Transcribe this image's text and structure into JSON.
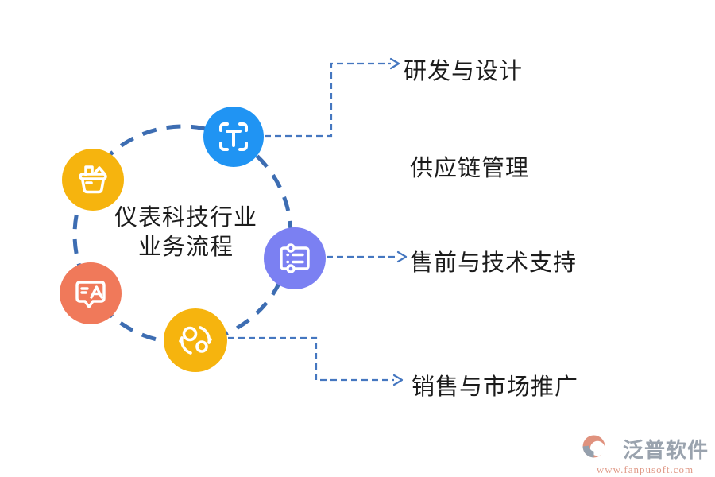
{
  "diagram": {
    "title": {
      "line1": "仪表科技行业",
      "line2": "业务流程"
    },
    "steps": [
      {
        "label": "研发与设计"
      },
      {
        "label": "供应链管理"
      },
      {
        "label": "售前与技术支持"
      },
      {
        "label": "销售与市场推广"
      }
    ],
    "icons": [
      {
        "name": "text-scan-icon",
        "color": "#2094f3"
      },
      {
        "name": "shopping-basket-icon",
        "color": "#f6b40e"
      },
      {
        "name": "ticket-list-icon",
        "color": "#7b80f2"
      },
      {
        "name": "translate-chat-icon",
        "color": "#f0795a"
      },
      {
        "name": "sync-dots-icon",
        "color": "#f6b40e"
      }
    ],
    "colors": {
      "circle_dash": "#3d6db2",
      "connector": "#4577c0",
      "text": "#1c1c1c"
    }
  },
  "watermark": {
    "brand": "泛普软件",
    "url": "www.fanpusoft.com",
    "brand_color": "#9aa3ae",
    "url_color": "#e09a88",
    "logo_main_color": "#e0927e",
    "logo_accent_color": "#95a0ad"
  }
}
